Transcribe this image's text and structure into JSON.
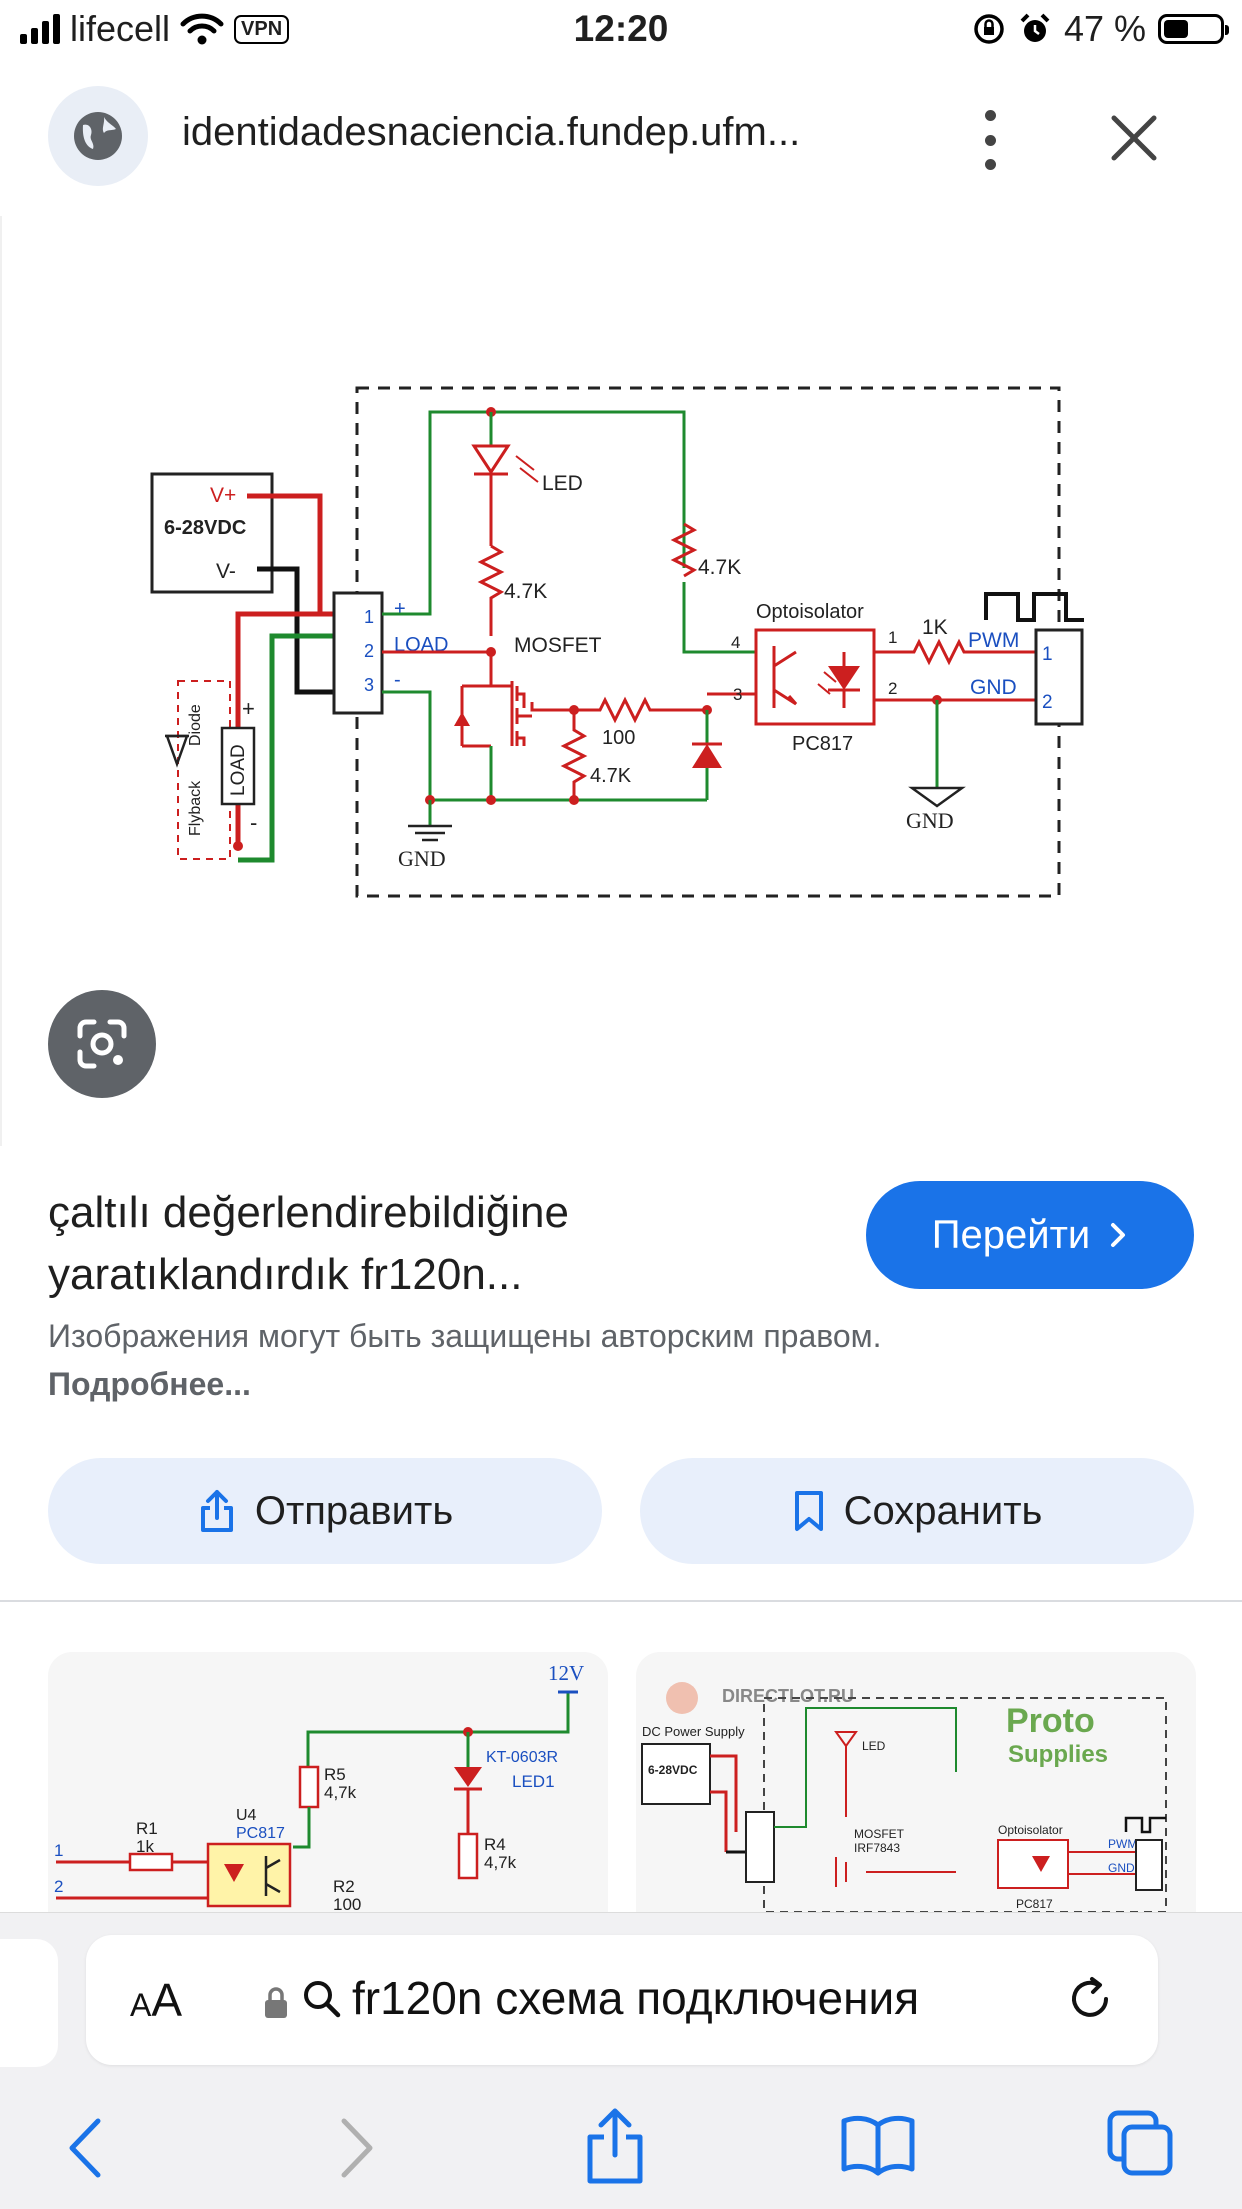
{
  "status_bar": {
    "carrier": "lifecell",
    "vpn": "VPN",
    "time": "12:20",
    "battery": "47 %",
    "battery_level": 0.47
  },
  "header": {
    "site_title": "identidadesnaciencia.fundep.ufm..."
  },
  "image": {
    "labels": {
      "v_plus": "V+",
      "vdc": "6-28VDC",
      "v_minus": "V-",
      "led": "LED",
      "r_led": "4.7K",
      "r_pull": "4.7K",
      "opto": "Optoisolator",
      "r_1k": "1K",
      "pwm": "PWM",
      "gnd_in": "GND",
      "load": "LOAD",
      "mosfet": "MOSFET",
      "plus": "+",
      "minus": "-",
      "pin1": "1",
      "pin2": "2",
      "pin3": "3",
      "pin4": "4",
      "r100": "100",
      "r_gate": "4.7K",
      "pc817": "PC817",
      "gnd_left": "GND",
      "gnd_right": "GND",
      "diode": "Diode",
      "flyback": "Flyback",
      "load_box": "LOAD"
    }
  },
  "result": {
    "title_line1": "çaltılı değerlendirebildiğine",
    "title_line2": "yaratıklandırdık fr120n...",
    "go_button": "Перейти",
    "rights_text": "Изображения могут быть защищены авторским правом.",
    "more_link": "Подробнее..."
  },
  "actions": {
    "send": "Отправить",
    "save": "Сохранить"
  },
  "thumb1": {
    "v12": "12V",
    "r5": "R5",
    "r5v": "4,7k",
    "kt": "KT-0603R",
    "led1": "LED1",
    "r1": "R1",
    "r1v": "1k",
    "u4": "U4",
    "pc817": "PC817",
    "r4": "R4",
    "r4v": "4,7k",
    "r2": "R2",
    "r2v": "100",
    "p1": "1",
    "p2": "2"
  },
  "thumb2": {
    "site": "DIRECTLOT.RU",
    "dcps": "DC Power Supply",
    "vdc": "6-28VDC",
    "proto": "Proto",
    "supplies": "Supplies",
    "mosfet": "MOSFET",
    "irf": "IRF7843",
    "opto": "Optoisolator",
    "pc817": "PC817",
    "pwm": "PWM",
    "gnd": "GND",
    "led": "LED"
  },
  "address_bar": {
    "aa_small": "A",
    "aa_big": "A",
    "query": "fr120n схема подключения"
  }
}
